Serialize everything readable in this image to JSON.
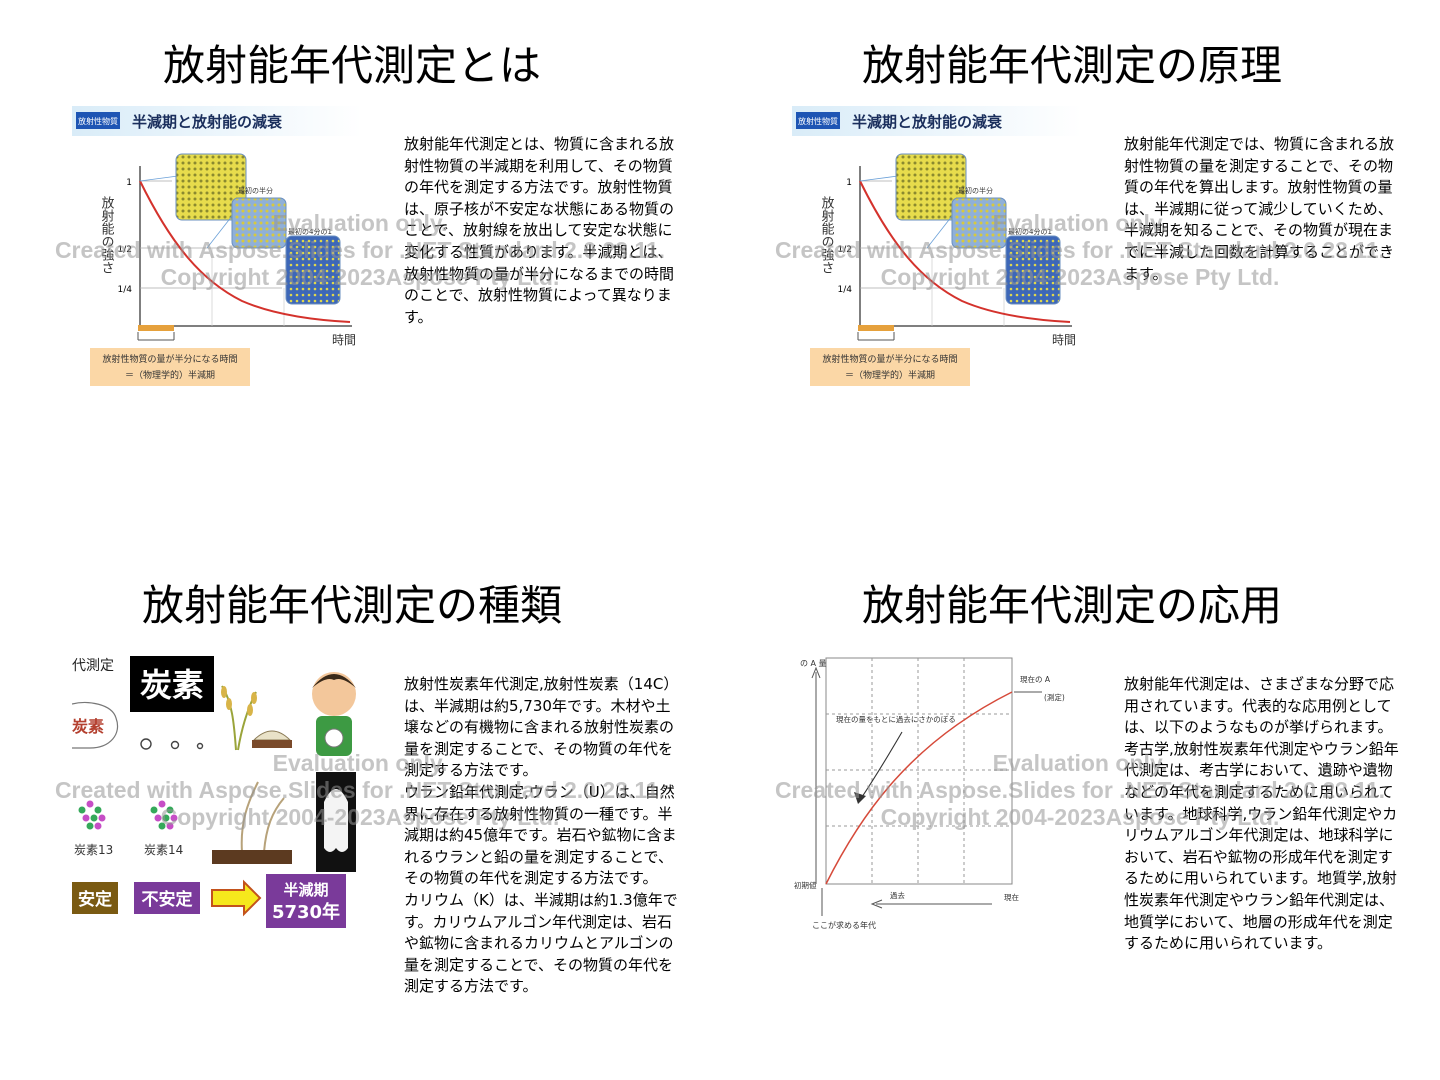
{
  "slides": [
    {
      "title": "放射能年代測定とは",
      "paragraphs": [
        "放射能年代測定とは、物質に含まれる放射性物質の半減期を利用して、その物質の年代を測定する方法です。放射性物質は、原子核が不安定な状態にある物質のことで、放射線を放出して安定な状態に変化する性質があります。半減期とは、放射性物質の量が半分になるまでの時間のことで、放射性物質によって異なります。"
      ],
      "figure": {
        "badge": "放射性物質",
        "heading": "半減期と放射能の減衰",
        "ylabel": "放射能の強さ",
        "xlabel": "時間",
        "tick_1": "1",
        "tick_half": "1/2",
        "tick_quarter": "1/4",
        "label_initial_half": "最初の半分",
        "label_quarter": "最初の4分の1",
        "caption_line1": "放射性物質の量が半分になる時間",
        "caption_line2": "＝（物理学的）半減期"
      }
    },
    {
      "title": "放射能年代測定の原理",
      "paragraphs": [
        "放射能年代測定では、物質に含まれる放射性物質の量を測定することで、その物質の年代を算出します。放射性物質の量は、半減期に従って減少していくため、半減期を知ることで、その物質が現在までに半減した回数を計算することができます。"
      ],
      "figure": {
        "badge": "放射性物質",
        "heading": "半減期と放射能の減衰",
        "ylabel": "放射能の強さ",
        "xlabel": "時間",
        "tick_1": "1",
        "tick_half": "1/2",
        "tick_quarter": "1/4",
        "label_initial_half": "最初の半分",
        "label_quarter": "最初の4分の1",
        "caption_line1": "放射性物質の量が半分になる時間",
        "caption_line2": "＝（物理学的）半減期"
      }
    },
    {
      "title": "放射能年代測定の種類",
      "paragraphs": [
        "放射性炭素年代測定,放射性炭素（14C）は、半減期は約5,730年です。木材や土壌などの有機物に含まれる放射性炭素の量を測定することで、その物質の年代を測定する方法です。",
        "ウラン鉛年代測定,ウラン（U）は、自然界に存在する放射性物質の一種です。半減期は約45億年です。岩石や鉱物に含まれるウランと鉛の量を測定することで、その物質の年代を測定する方法です。",
        "カリウム（K）は、半減期は約1.3億年です。カリウムアルゴン年代測定は、岩石や鉱物に含まれるカリウムとアルゴンの量を測定することで、その物質の年代を測定する方法です。"
      ],
      "figure": {
        "cut_label": "代測定",
        "carbon_box": "炭素",
        "cut_carbon": "炭素",
        "carbon13": "炭素13",
        "carbon14": "炭素14",
        "stable": "安定",
        "unstable": "不安定",
        "halflife_line1": "半減期",
        "halflife_line2": "5730年"
      }
    },
    {
      "title": "放射能年代測定の応用",
      "paragraphs": [
        "放射能年代測定は、さまざまな分野で応用されています。代表的な応用例としては、以下のようなものが挙げられます。考古学,放射性炭素年代測定やウラン鉛年代測定は、考古学において、遺跡や遺物などの年代を測定するために用いられています。地球科学,ウラン鉛年代測定やカリウムアルゴン年代測定は、地球科学において、岩石や鉱物の形成年代を測定するために用いられています。地質学,放射性炭素年代測定やウラン鉛年代測定は、地質学において、地層の形成年代を測定するために用いられています。"
      ],
      "figure": {
        "yaxis_label": "の A 量",
        "present_label": "現在の A",
        "present_sub": "(測定)",
        "back_calc": "現在の量をもとに過去にさかのぼる",
        "initial": "初期値",
        "past": "過去",
        "now": "現在",
        "target_age": "ここが求める年代"
      }
    }
  ],
  "watermark": {
    "line1": "Evaluation only.",
    "line2": "Created with Aspose.Slides for .NET Standard 2.0 23.11.",
    "line3": "Copyright 2004-2023Aspose Pty Ltd."
  }
}
